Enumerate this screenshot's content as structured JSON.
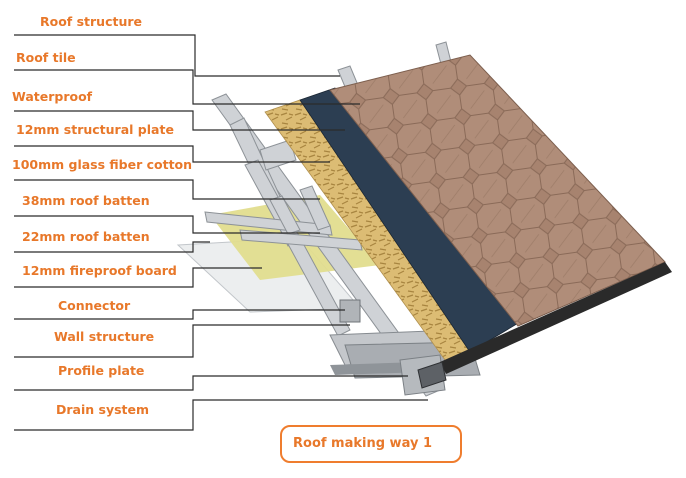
{
  "labels": {
    "roof_structure": "Roof structure",
    "roof_tile": "Roof tile",
    "waterproof": "Waterproof",
    "structural_plate": "12mm structural plate",
    "glass_fiber": "100mm glass fiber cotton",
    "batten_38": "38mm roof batten",
    "batten_22": "22mm roof batten",
    "fireproof_board": "12mm fireproof board",
    "connector": "Connector",
    "wall_structure": "Wall structure",
    "profile_plate": "Profile plate",
    "drain_system": "Drain system"
  },
  "caption": "Roof making way 1",
  "colors": {
    "label": "#e8782a",
    "shingle": "#a7836f",
    "waterproof": "#2a3d52",
    "osb": "#d9b870",
    "insulation": "#e0dc8a",
    "steel": "#c9ccd0"
  }
}
